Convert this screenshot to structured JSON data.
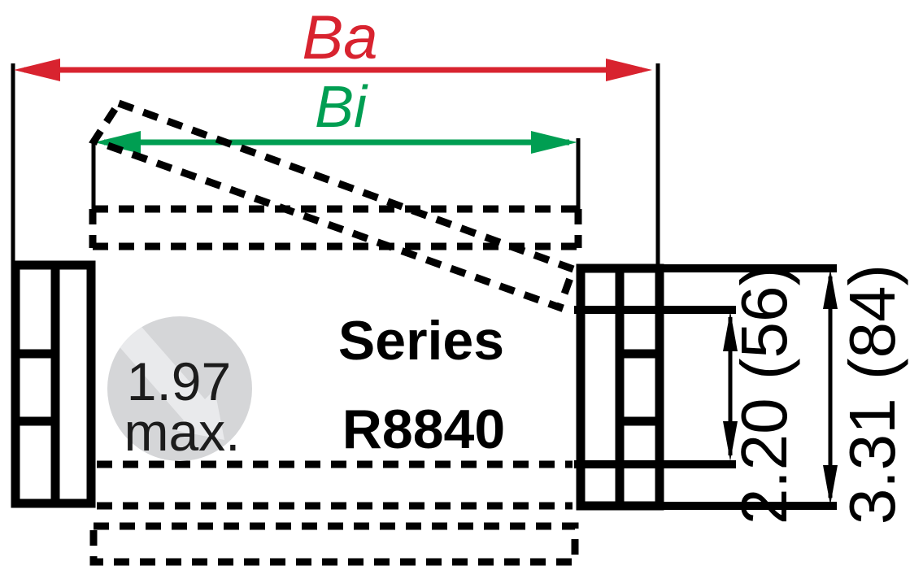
{
  "drawing": {
    "outer_width_label": "Ba",
    "inner_width_label": "Bi",
    "series_word": "Series",
    "series_model": "R8840",
    "tilt_value": "1.97",
    "tilt_qualifier": "max.",
    "inner_height_label": "2.20 (56)",
    "outer_height_label": "3.31 (84)"
  },
  "colors": {
    "background": "#ffffff",
    "line": "#000000",
    "outer_width_arrow": "#d8232f",
    "inner_width_arrow": "#009e52",
    "badge_fill": "#d5d6d8",
    "badge_watermark": "#e9eaec",
    "badge_text": "#1c1c1c"
  }
}
